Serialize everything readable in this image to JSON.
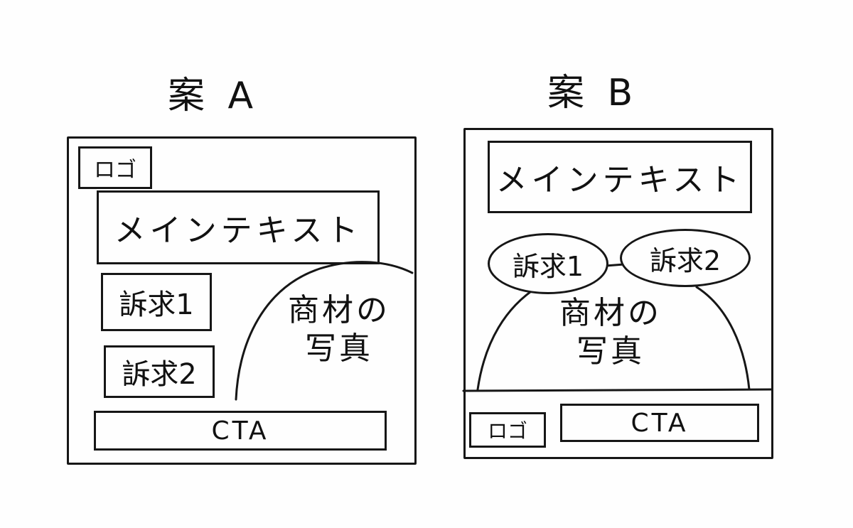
{
  "plan_a": {
    "title": "案 A",
    "logo": "ロゴ",
    "main_text": "メインテキスト",
    "appeal_1": "訴求1",
    "appeal_2": "訴求2",
    "photo_line_1": "商材の",
    "photo_line_2": "写真",
    "cta": "CTA"
  },
  "plan_b": {
    "title": "案 B",
    "main_text": "メインテキスト",
    "appeal_1": "訴求1",
    "appeal_2": "訴求2",
    "photo_line_1": "商材の",
    "photo_line_2": "写真",
    "logo": "ロゴ",
    "cta": "CTA"
  },
  "colors": {
    "ink": "#161616",
    "paper": "#fefefe"
  }
}
